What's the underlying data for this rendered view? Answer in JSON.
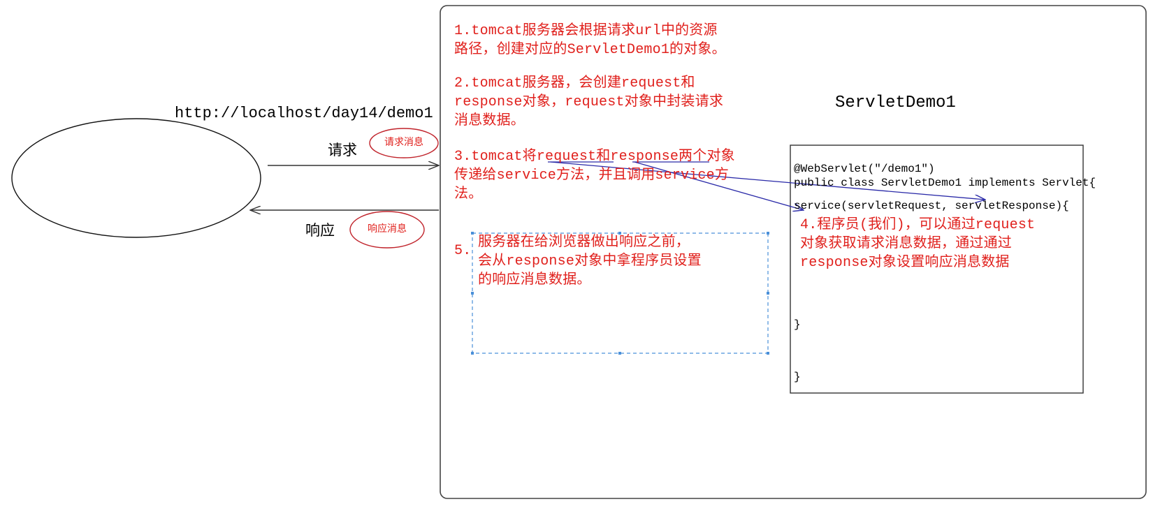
{
  "url_text": "http://localhost/day14/demo1",
  "request_label": "请求",
  "request_bubble": "请求消息",
  "response_label": "响应",
  "response_bubble": "响应消息",
  "notes": {
    "n1_line1": "1.tomcat服务器会根据请求url中的资源",
    "n1_line2": "路径，创建对应的ServletDemo1的对象。",
    "n2_line1": "2.tomcat服务器，会创建request和",
    "n2_line2": "response对象，request对象中封装请求",
    "n2_line3": "消息数据。",
    "n3_line1": "3.tomcat将request和response两个对象",
    "n3_line2": "传递给service方法，并且调用service方",
    "n3_line3": "法。",
    "n5_num": "5.",
    "n5_line1": "服务器在给浏览器做出响应之前，",
    "n5_line2": "会从response对象中拿程序员设置",
    "n5_line3": "的响应消息数据。",
    "n4_line1": "4.程序员(我们)，可以通过request",
    "n4_line2": "对象获取请求消息数据，通过通过",
    "n4_line3": "response对象设置响应消息数据"
  },
  "servlet_title": "ServletDemo1",
  "code": {
    "line1": "@WebServlet(\"/demo1\")",
    "line2": "public class ServletDemo1 implements Servlet{",
    "line3": "service(servletRequest, servletResponse){",
    "close_inner": "}",
    "close_outer": "}"
  },
  "colors": {
    "note_red": "#e0201c",
    "bubble_red": "#c0232b",
    "blue_arrow": "#2a2aa8",
    "dashed_blue": "#4a90d9"
  }
}
